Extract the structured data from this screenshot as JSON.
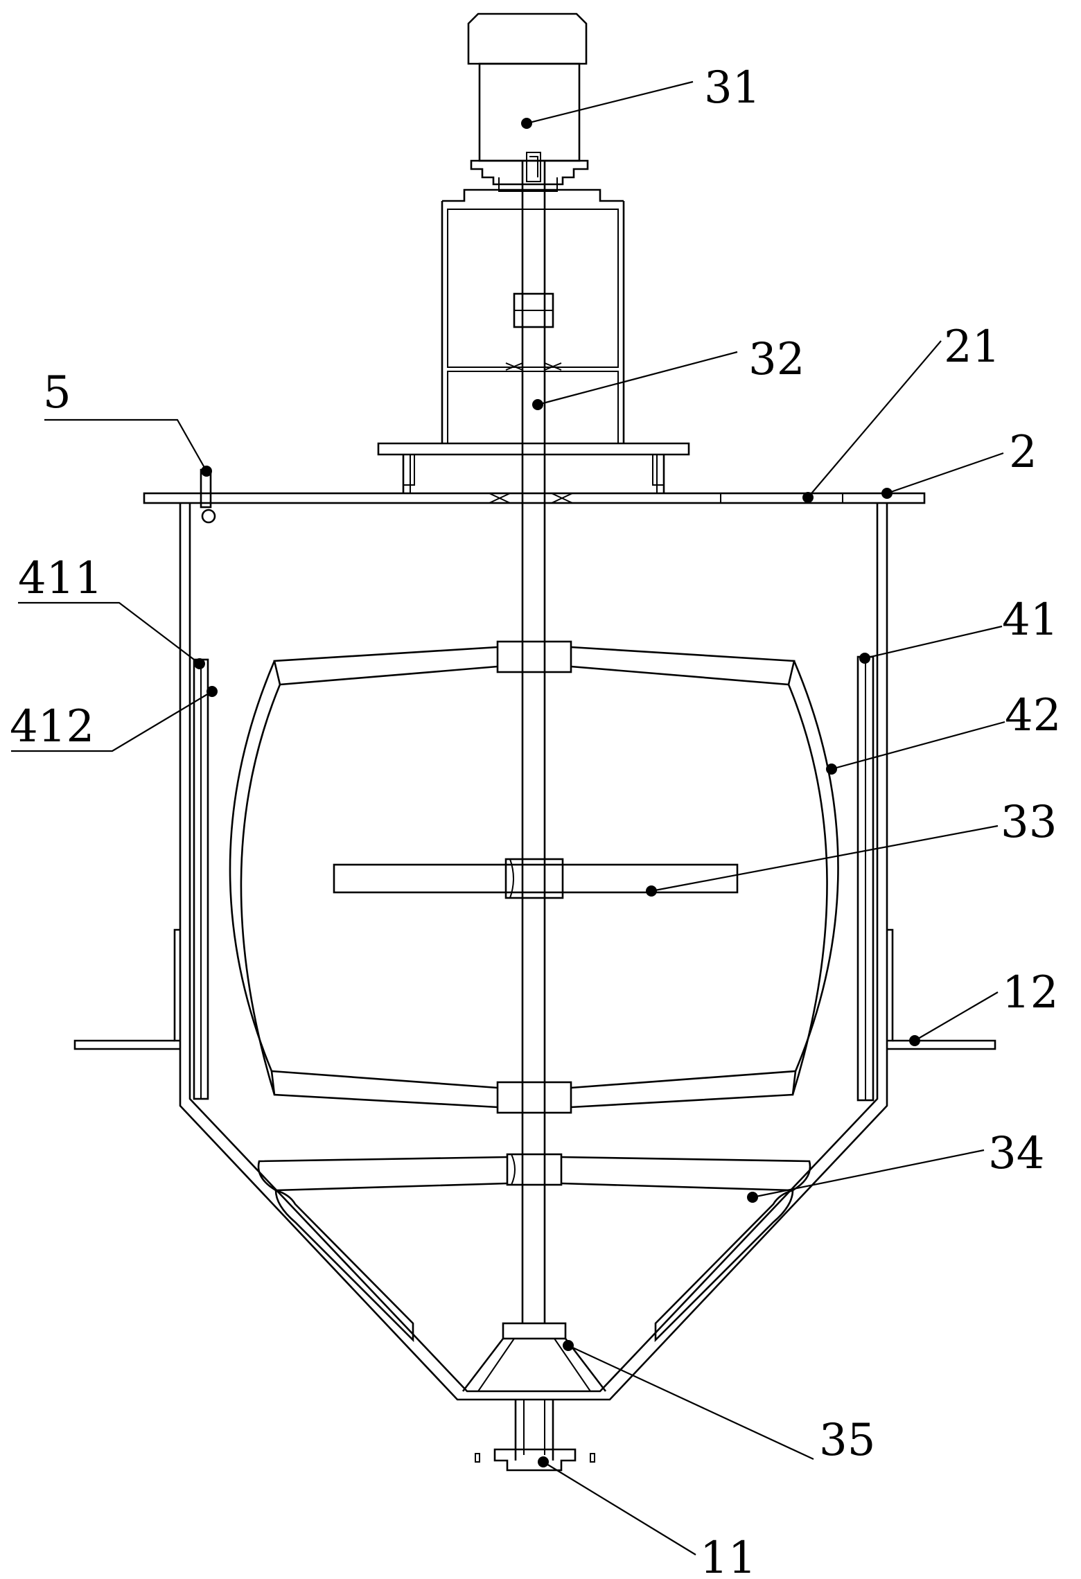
{
  "labels": {
    "l31": "31",
    "l32": "32",
    "l21": "21",
    "l2": "2",
    "l5": "5",
    "l411": "411",
    "l412": "412",
    "l41": "41",
    "l42": "42",
    "l33": "33",
    "l12": "12",
    "l34": "34",
    "l35": "35",
    "l11": "11"
  },
  "colors": {
    "stroke": "#000000",
    "background": "#ffffff"
  }
}
